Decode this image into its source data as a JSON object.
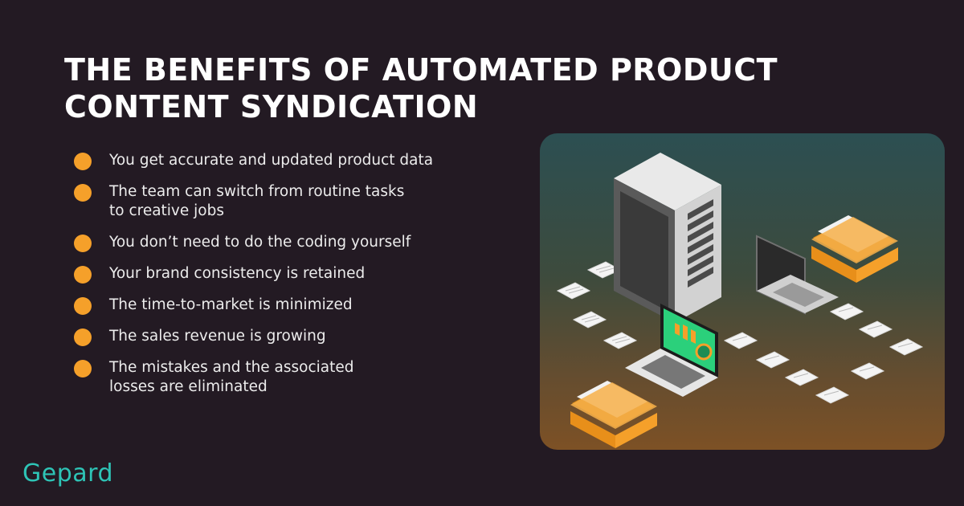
{
  "title": {
    "line1": "THE BENEFITS OF AUTOMATED PRODUCT",
    "line2": "CONTENT SYNDICATION"
  },
  "benefits": [
    {
      "lines": [
        "You get accurate and updated product data"
      ]
    },
    {
      "lines": [
        "The team can switch from routine tasks",
        "to creative jobs"
      ]
    },
    {
      "lines": [
        "You don’t need to do the coding yourself"
      ]
    },
    {
      "lines": [
        "Your brand consistency is retained"
      ]
    },
    {
      "lines": [
        "The time-to-market is minimized"
      ]
    },
    {
      "lines": [
        "The sales revenue is growing"
      ]
    },
    {
      "lines": [
        "The mistakes and the associated",
        "losses are eliminated"
      ]
    }
  ],
  "logo": {
    "text": "Gepard"
  },
  "colors": {
    "background": "#231a23",
    "bullet": "#f5a02a",
    "logo": "#2ec4b6",
    "folder": "#f5a02a",
    "screen_accent": "#2bd07b"
  }
}
